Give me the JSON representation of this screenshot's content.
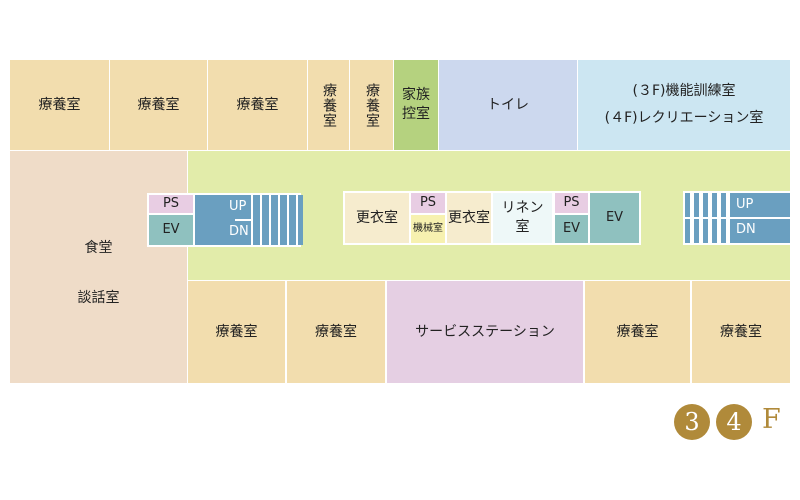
{
  "top_row": [
    "療養室",
    "療養室",
    "療養室",
    "療養室",
    "療養室",
    "家族控室",
    "トイレ"
  ],
  "function_room": {
    "line1": "(３F)機能訓練室",
    "line2": "(４F)レクリエーション室"
  },
  "dining": {
    "line1": "食堂",
    "line2": "談話室"
  },
  "bottom_row": [
    "療養室",
    "療養室",
    "サービスステーション",
    "療養室",
    "療養室"
  ],
  "core": {
    "ps": "PS",
    "ev": "EV",
    "up": "UP",
    "dn": "DN",
    "changing": "更衣室",
    "machine": "機械室",
    "linen": "リネン室"
  },
  "floors": {
    "f3": "3",
    "f4": "4",
    "suffix": "F"
  },
  "colors": {
    "room": "#f2ddae",
    "corridor": "#e2ecaa",
    "gold": "#b08a3a"
  }
}
